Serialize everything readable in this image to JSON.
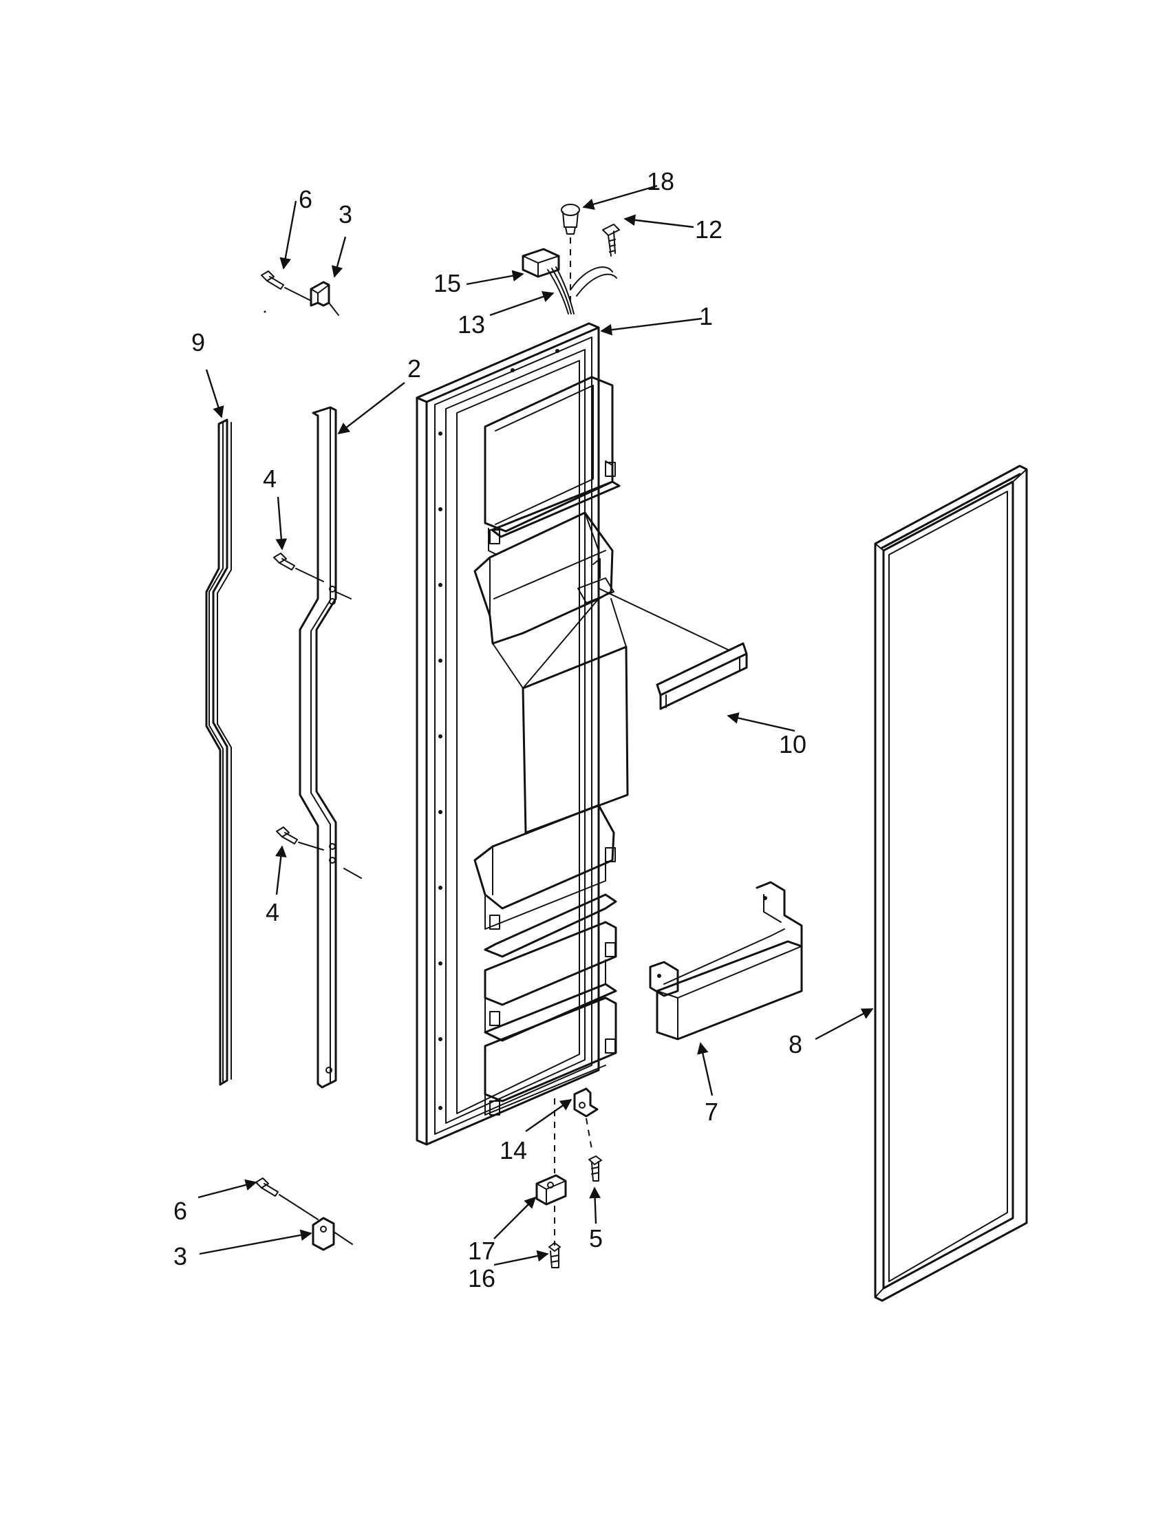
{
  "callouts": {
    "c1": "1",
    "c2": "2",
    "c3a": "3",
    "c3b": "3",
    "c4a": "4",
    "c4b": "4",
    "c5": "5",
    "c6a": "6",
    "c6b": "6",
    "c7": "7",
    "c8": "8",
    "c9": "9",
    "c10": "10",
    "c12": "12",
    "c13": "13",
    "c14": "14",
    "c15": "15",
    "c16": "16",
    "c17": "17",
    "c18": "18"
  },
  "icons": [
    "door-panel",
    "door-gasket",
    "handle-strip",
    "trim-strip",
    "bracket",
    "screw",
    "hinge",
    "bin",
    "wire-harness",
    "connector",
    "retainer"
  ]
}
